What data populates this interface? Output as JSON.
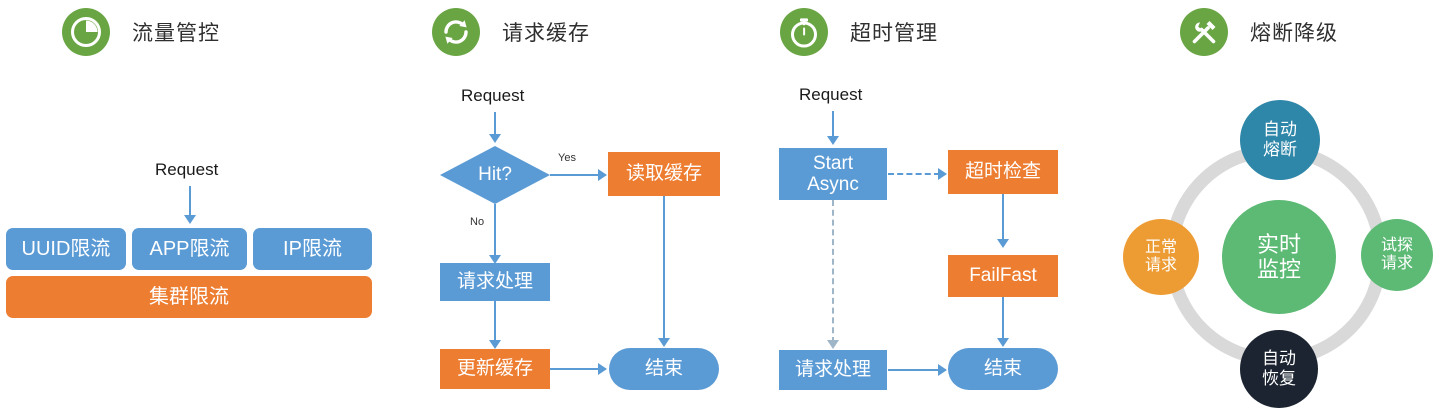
{
  "panels": [
    {
      "id": "traffic-control",
      "icon": "clock-pie-icon",
      "title": "流量管控",
      "request_label": "Request",
      "rate_limit_boxes": [
        {
          "label": "UUID限流"
        },
        {
          "label": "APP限流"
        },
        {
          "label": "IP限流"
        }
      ],
      "cluster_box": {
        "label": "集群限流"
      }
    },
    {
      "id": "request-cache",
      "icon": "refresh-sync-icon",
      "title": "请求缓存",
      "request_label": "Request",
      "decision": {
        "label": "Hit?"
      },
      "branch_yes": "Yes",
      "branch_no": "No",
      "nodes": {
        "read_cache": "读取缓存",
        "process_request": "请求处理",
        "update_cache": "更新缓存",
        "end": "结束"
      }
    },
    {
      "id": "timeout-management",
      "icon": "stopwatch-icon",
      "title": "超时管理",
      "request_label": "Request",
      "nodes": {
        "start_async": "Start\nAsync",
        "timeout_check": "超时检查",
        "fail_fast": "FailFast",
        "process_request": "请求处理",
        "end": "结束"
      }
    },
    {
      "id": "circuit-breaker",
      "icon": "hammer-wrench-icon",
      "title": "熔断降级",
      "center": {
        "label": "实时\n监控",
        "color": "#5cba75"
      },
      "ring_color": "#d9d9d9",
      "nodes": [
        {
          "position": "top",
          "label": "自动\n熔断",
          "color": "#2e86a8"
        },
        {
          "position": "right",
          "label": "试探\n请求",
          "color": "#5cba75"
        },
        {
          "position": "bottom",
          "label": "自动\n恢复",
          "color": "#1b2430"
        },
        {
          "position": "left",
          "label": "正常\n请求",
          "color": "#ed9b33"
        }
      ]
    }
  ],
  "palette": {
    "blue": "#5b9bd5",
    "orange": "#ed7d31",
    "green": "#6aa544",
    "grey_ring": "#d9d9d9",
    "text_dark": "#2f2f2f",
    "background": "#ffffff"
  }
}
